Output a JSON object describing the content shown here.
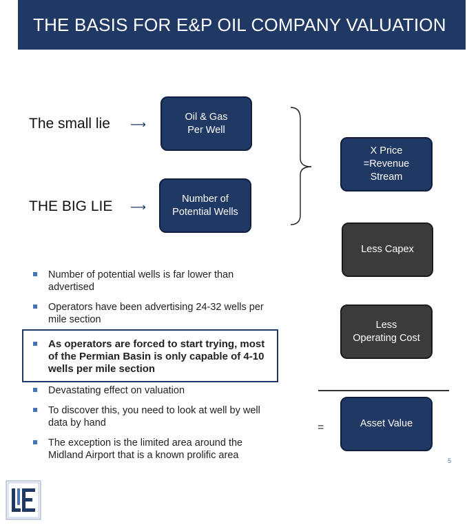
{
  "header": {
    "title": "THE BASIS FOR E&P OIL COMPANY VALUATION"
  },
  "left": {
    "small_lie_label": "The small lie",
    "big_lie_label": "THE BIG LIE"
  },
  "boxes": {
    "oil_gas": "Oil & Gas\nPer Well",
    "potential_wells": "Number of\nPotential Wells",
    "price_revenue": "X Price\n=Revenue\nStream",
    "capex": "Less Capex",
    "operating_cost": "Less\nOperating Cost",
    "asset_value": "Asset Value"
  },
  "equals_sign": "=",
  "bullets": [
    {
      "text": "Number of potential wells is far lower than advertised",
      "bold": false
    },
    {
      "text": "Operators have been advertising 24-32 wells per mile section",
      "bold": false
    },
    {
      "text": "As operators are forced to start trying, most of the Permian Basin is only capable of 4-10 wells per mile section",
      "bold": true
    },
    {
      "text": "Devastating effect on valuation",
      "bold": false
    },
    {
      "text": "To discover this, you need to look at well by well data by hand",
      "bold": false
    },
    {
      "text": "The exception is the limited area around the Midland Airport that is a known prolific area",
      "bold": false
    }
  ],
  "page_number": "5",
  "colors": {
    "navy": "#1f3864",
    "dark_gray": "#3b3b3b",
    "bullet_blue": "#4a73b5"
  }
}
